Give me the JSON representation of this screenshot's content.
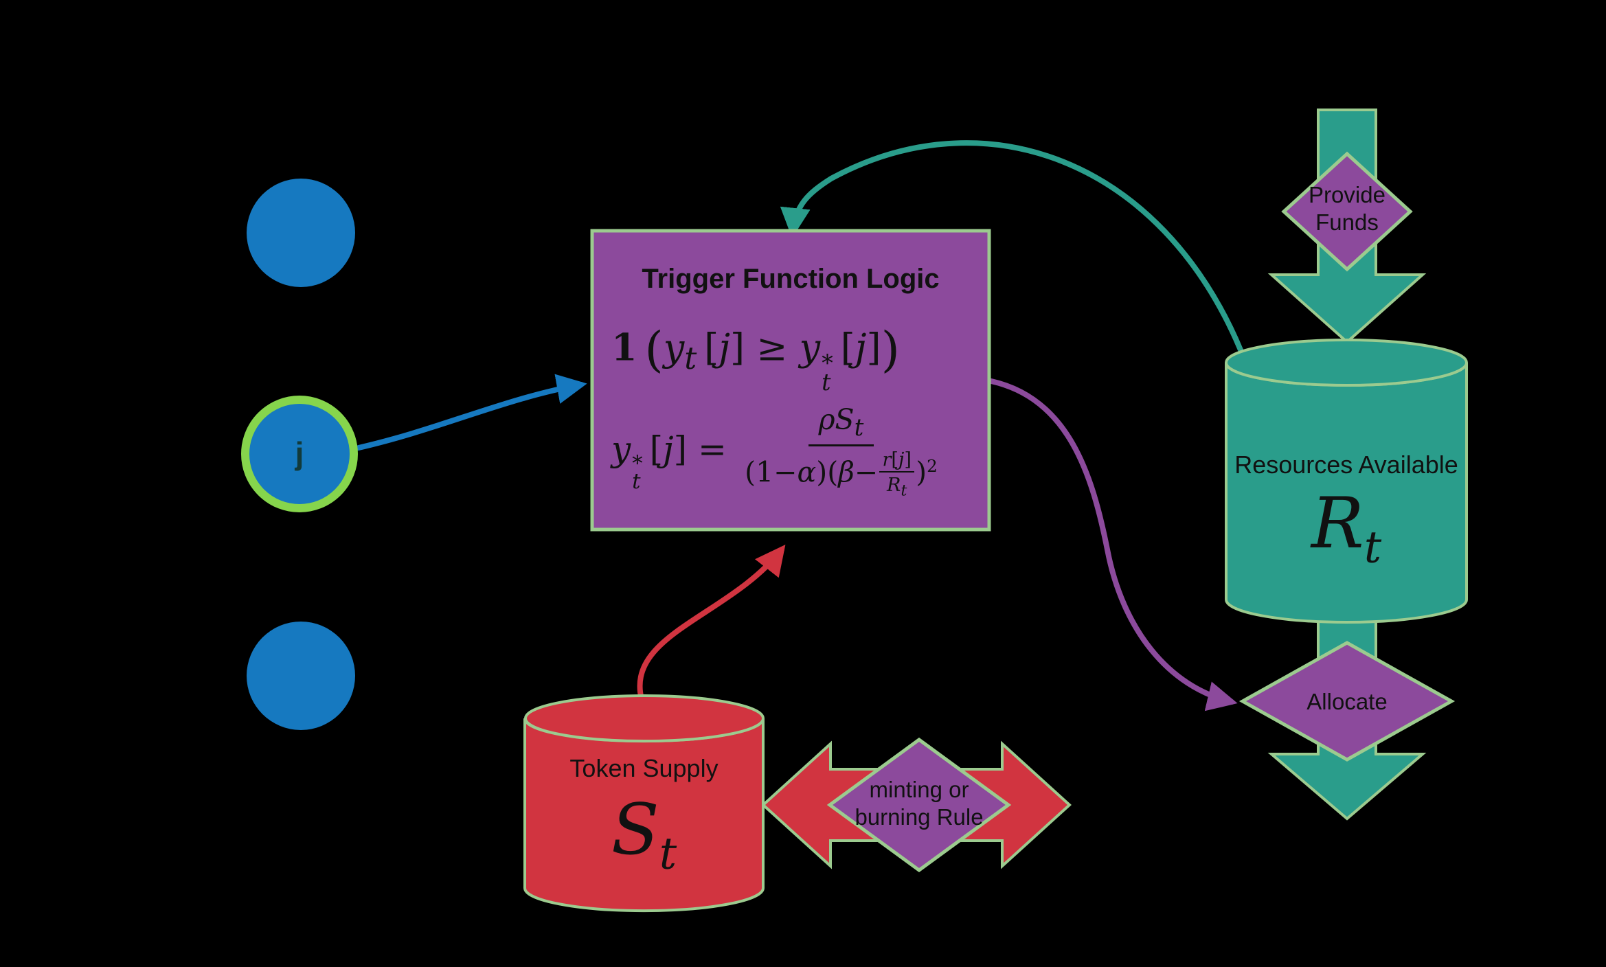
{
  "colors": {
    "background": "#000000",
    "purple": "#8c4a9c",
    "teal": "#2a9d8b",
    "red": "#d13440",
    "blue": "#1679c0",
    "green_ring": "#86d54c",
    "stroke_pale": "#9ccb8f",
    "text": "#111111",
    "j_text": "#123a3a"
  },
  "trigger_box": {
    "title": "Trigger Function Logic",
    "formula_indicator_html": "<b>1</b>&thinsp;<span class='paren'>(</span><i>y<sub>t</sub></i>&thinsp;[<i>j</i>] &ge; <i>y</i><span class='stk'><span>*</span><span><i>t</i></span></span>&thinsp;[<i>j</i>]<span class='paren'>)</span>",
    "formula_threshold_html": "<i>y</i><span class='stk'><span>*</span><span><i>t</i></span></span>&thinsp;[<i>j</i>] = <span class='frac'><span class='num'><i>&rho;S<sub>t</sub></i></span><span class='den'>(1&minus;<i>&alpha;</i>)(<i>&beta;</i>&minus;<span class='frac inner'><span class='num'><i>r</i>[<i>j</i>]</span><span class='den'><i>R<sub>t</sub></i></span></span>)<sup>2</sup></span></span>"
  },
  "resources": {
    "label": "Resources Available",
    "symbol_html": "<i>R<sub>t</sub></i>"
  },
  "token_supply": {
    "label": "Token Supply",
    "symbol_html": "<i>S<sub>t</sub></i>"
  },
  "diamonds": {
    "provide_funds": "Provide\nFunds",
    "allocate": "Allocate",
    "minting_burning": "minting or\nburning Rule"
  },
  "agent_node": {
    "label": "j"
  }
}
